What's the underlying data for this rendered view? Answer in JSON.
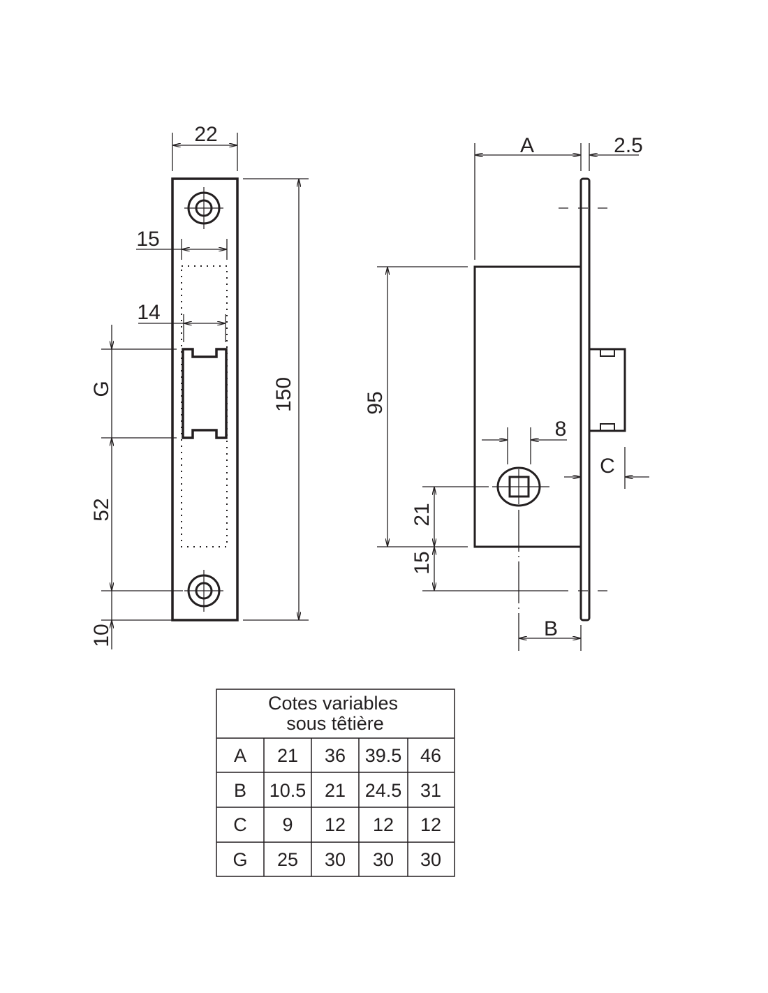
{
  "left_view": {
    "width": "22",
    "height": "150",
    "slot_outer": "15",
    "slot_inner": "14",
    "latch_height": "G",
    "latch_offset": "52",
    "screw_offset": "10"
  },
  "right_view": {
    "backset": "A",
    "faceplate_thickness": "2.5",
    "body_height": "95",
    "follower": "8",
    "follower_height": "21",
    "screw_distance": "15",
    "follower_offset": "B",
    "latch_projection": "C"
  },
  "table": {
    "title_line1": "Cotes variables",
    "title_line2": "sous têtière",
    "rows": [
      {
        "label": "A",
        "values": [
          "21",
          "36",
          "39.5",
          "46"
        ]
      },
      {
        "label": "B",
        "values": [
          "10.5",
          "21",
          "24.5",
          "31"
        ]
      },
      {
        "label": "C",
        "values": [
          "9",
          "12",
          "12",
          "12"
        ]
      },
      {
        "label": "G",
        "values": [
          "25",
          "30",
          "30",
          "30"
        ]
      }
    ]
  }
}
